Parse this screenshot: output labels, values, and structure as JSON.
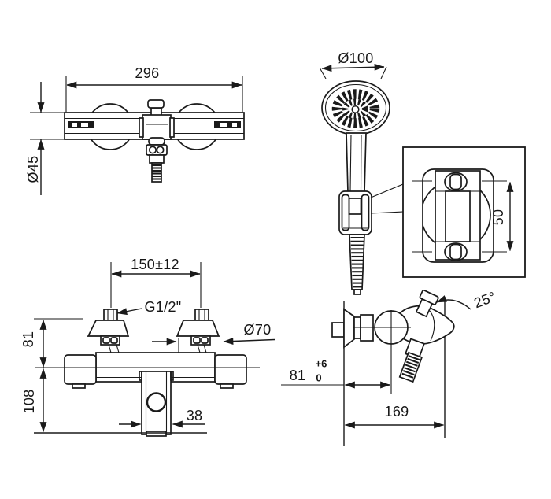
{
  "drawing": {
    "type": "faucet-installation-technical-drawing",
    "line_color": "#1a1a1a",
    "background": "#ffffff",
    "labels": {
      "body_length": "296",
      "body_diameter": "Ø45",
      "handshower_diameter": "Ø100",
      "bracket_hole_spacing": "50",
      "inlet_spacing": "150±12",
      "thread": "G1/2\"",
      "escutcheon_diameter": "Ø70",
      "inlet_to_center": "81",
      "center_to_outlet": "108",
      "outlet_width": "38",
      "wall_to_valve_center": "81",
      "wall_to_valve_tol_upper": "+6",
      "wall_to_valve_tol_lower": "0",
      "overall_depth": "169",
      "handle_angle": "25°"
    }
  }
}
